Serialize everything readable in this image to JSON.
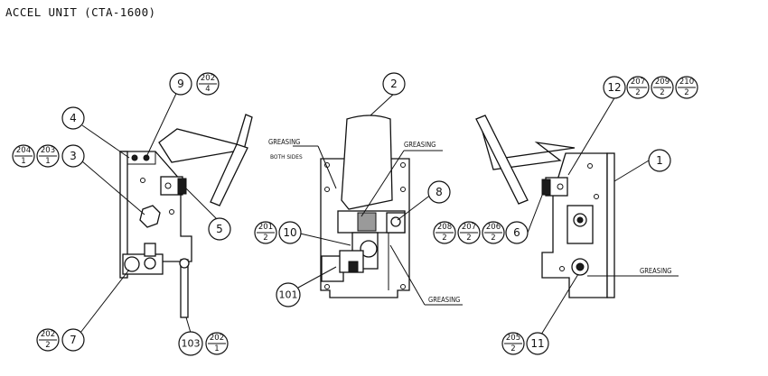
{
  "title": "ACCEL UNIT (CTA-1600)",
  "callouts": [
    {
      "id": "c9",
      "label": "9"
    },
    {
      "id": "c4",
      "label": "4"
    },
    {
      "id": "c3",
      "label": "3"
    },
    {
      "id": "c5",
      "label": "5"
    },
    {
      "id": "c7",
      "label": "7"
    },
    {
      "id": "c103",
      "label": "103"
    },
    {
      "id": "c2",
      "label": "2"
    },
    {
      "id": "c8",
      "label": "8"
    },
    {
      "id": "c10",
      "label": "10"
    },
    {
      "id": "c101",
      "label": "101"
    },
    {
      "id": "c12",
      "label": "12"
    },
    {
      "id": "c1",
      "label": "1"
    },
    {
      "id": "c6",
      "label": "6"
    },
    {
      "id": "c11",
      "label": "11"
    }
  ],
  "fraction_callouts": [
    {
      "id": "f202_4",
      "num": "202",
      "den": "4"
    },
    {
      "id": "f204_1",
      "num": "204",
      "den": "1"
    },
    {
      "id": "f203_1",
      "num": "203",
      "den": "1"
    },
    {
      "id": "f202_2",
      "num": "202",
      "den": "2"
    },
    {
      "id": "f202_1",
      "num": "202",
      "den": "1"
    },
    {
      "id": "f201_2",
      "num": "201",
      "den": "2"
    },
    {
      "id": "f207_2a",
      "num": "207",
      "den": "2"
    },
    {
      "id": "f209_2",
      "num": "209",
      "den": "2"
    },
    {
      "id": "f210_2",
      "num": "210",
      "den": "2"
    },
    {
      "id": "f208_2",
      "num": "208",
      "den": "2"
    },
    {
      "id": "f207_2b",
      "num": "207",
      "den": "2"
    },
    {
      "id": "f206_2",
      "num": "206",
      "den": "2"
    },
    {
      "id": "f205_2",
      "num": "205",
      "den": "2"
    }
  ],
  "notes": {
    "greasing_left": "GREASING",
    "both_sides": "BOTH SIDES",
    "greasing_mid_top": "GREASING",
    "greasing_mid_bottom": "GREASING",
    "greasing_right": "GREASING"
  }
}
